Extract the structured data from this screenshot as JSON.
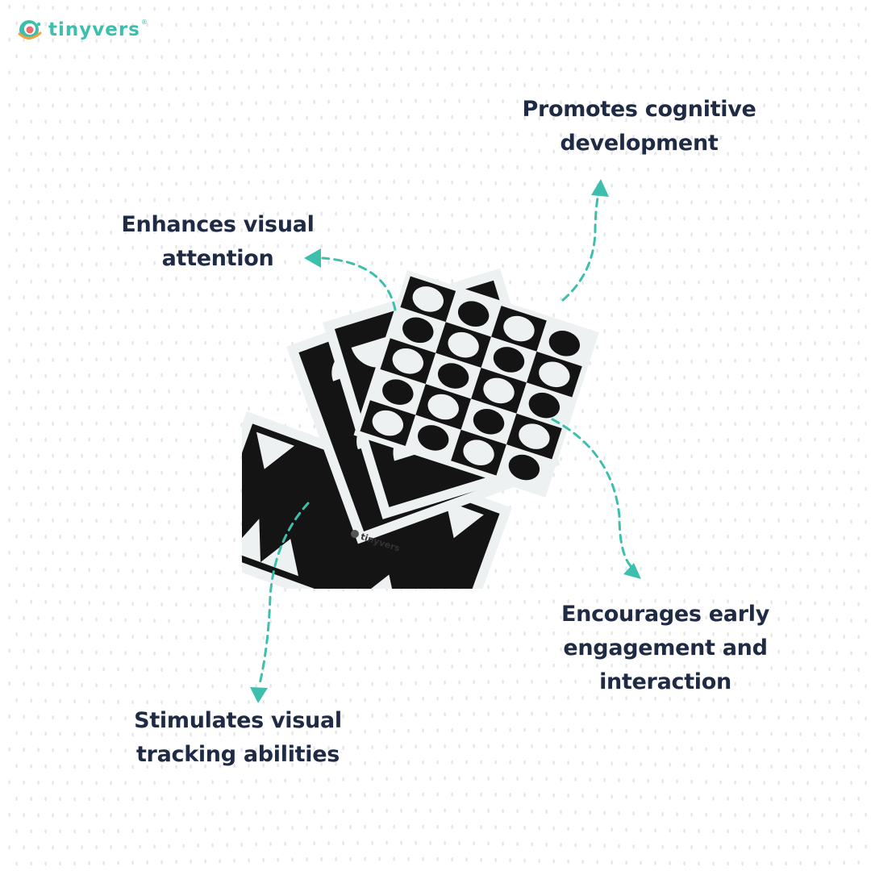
{
  "brand": {
    "name": "tinyvers",
    "registered": "®",
    "product_logo": "tinyvers",
    "colors": {
      "teal": "#3dbfae",
      "coral": "#ee6b6b",
      "orange": "#f6a23a",
      "text_dark": "#1f2a44",
      "dots": "#e3e7ea"
    }
  },
  "benefits": {
    "cognitive": {
      "line1": "Promotes cognitive",
      "line2": "development"
    },
    "attention": {
      "line1": "Enhances visual",
      "line2": "attention"
    },
    "engagement": {
      "line1": "Encourages early",
      "line2": "engagement and",
      "line3": "interaction"
    },
    "tracking": {
      "line1": "Stimulates visual",
      "line2": "tracking abilities"
    }
  },
  "icons": {
    "logo": "smiley-face-icon",
    "arrow": "dashed-arrow-icon"
  }
}
